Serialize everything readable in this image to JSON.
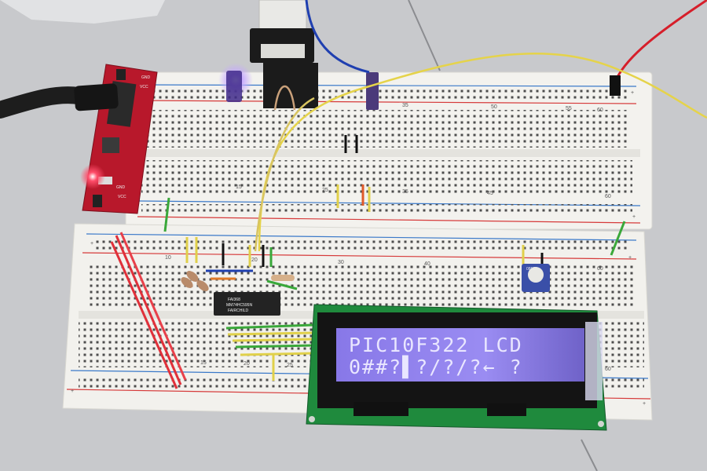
{
  "colors": {
    "table": "#c9cacd",
    "breadboard": "#f2f1ed",
    "rail_red": "#d63a3a",
    "rail_blue": "#3a79c9",
    "power_pcb": "#b8182b",
    "lcd_pcb": "#1f8a3d",
    "lcd_backlight": "#8f7ff0",
    "led_glow": "#b08cff"
  },
  "lcd": {
    "line1": "PIC10F322 LCD",
    "line2": "0##?▌?/?/?←    ?"
  },
  "power_board": {
    "labels": [
      "GND",
      "VCC",
      "GND",
      "VCC"
    ]
  },
  "chip": {
    "lines": [
      "FAI368",
      "MM74HC595N",
      "FAIRCHILD"
    ]
  },
  "pot": {
    "label": "08EDI"
  }
}
